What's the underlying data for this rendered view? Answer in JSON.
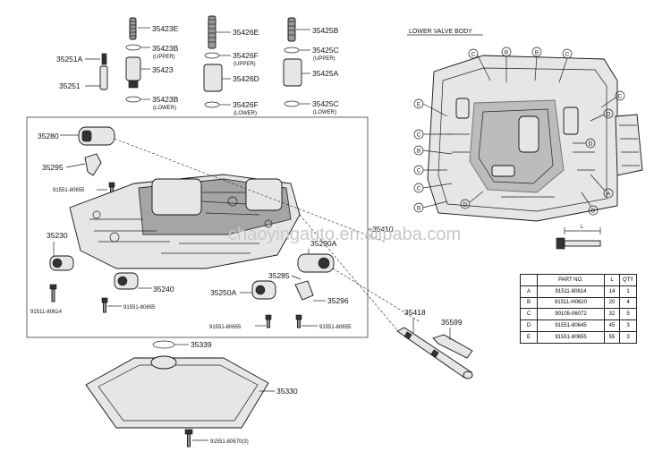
{
  "watermark": "chaoyingauto.en.alibaba.com",
  "section_title": "LOWER VALVE BODY",
  "labels": {
    "p35423E": "35423E",
    "p35423B_up": "35423B",
    "p35423B_up_note": "(UPPER)",
    "p35423": "35423",
    "p35423B_lo": "35423B",
    "p35423B_lo_note": "(LOWER)",
    "p35426E": "35426E",
    "p35426F_up": "35426F",
    "p35426F_up_note": "(UPPER)",
    "p35426D": "35426D",
    "p35426F_lo": "35426F",
    "p35426F_lo_note": "(LOWER)",
    "p35425B": "35425B",
    "p35425C_up": "35425C",
    "p35425C_up_note": "(UPPER)",
    "p35425A": "35425A",
    "p35425C_lo": "35425C",
    "p35425C_lo_note": "(LOWER)",
    "p35251A": "35251A",
    "p35251": "35251",
    "p35280": "35280",
    "p35295": "35295",
    "b91551_80655_a": "91551-80655",
    "p35230": "35230",
    "b91511_80614": "91511-80614",
    "p35240": "35240",
    "b91551_80655_b": "91551-80655",
    "p35410": "35410",
    "p35290A": "35290A",
    "p35285": "35285",
    "p35250A": "35250A",
    "p35296": "35296",
    "b91551_80655_c": "91551-80655",
    "b91551_80655_d": "91551-80655",
    "p35418": "35418",
    "p35599": "35599",
    "p35339": "35339",
    "p35330": "35330",
    "b91551_80670": "91551-80670(3)",
    "dim_L": "L"
  },
  "callouts": [
    "C",
    "B",
    "B",
    "C",
    "C",
    "E",
    "C",
    "B",
    "D",
    "C",
    "C",
    "B",
    "D",
    "D",
    "A",
    "D"
  ],
  "parts_table": {
    "headers": [
      "PART NO.",
      "L",
      "QTY"
    ],
    "rows": [
      {
        "key": "A",
        "part": "91511-80614",
        "l": "14",
        "qty": "1"
      },
      {
        "key": "B",
        "part": "91511-H0620",
        "l": "20",
        "qty": "4"
      },
      {
        "key": "C",
        "part": "90105-06072",
        "l": "32",
        "qty": "5"
      },
      {
        "key": "D",
        "part": "91551-80645",
        "l": "45",
        "qty": "3"
      },
      {
        "key": "E",
        "part": "91551-80655",
        "l": "55",
        "qty": "3"
      }
    ]
  },
  "colors": {
    "ink": "#111111",
    "watermark": "#c8c8c8",
    "part_fill": "#e6e6e6"
  }
}
